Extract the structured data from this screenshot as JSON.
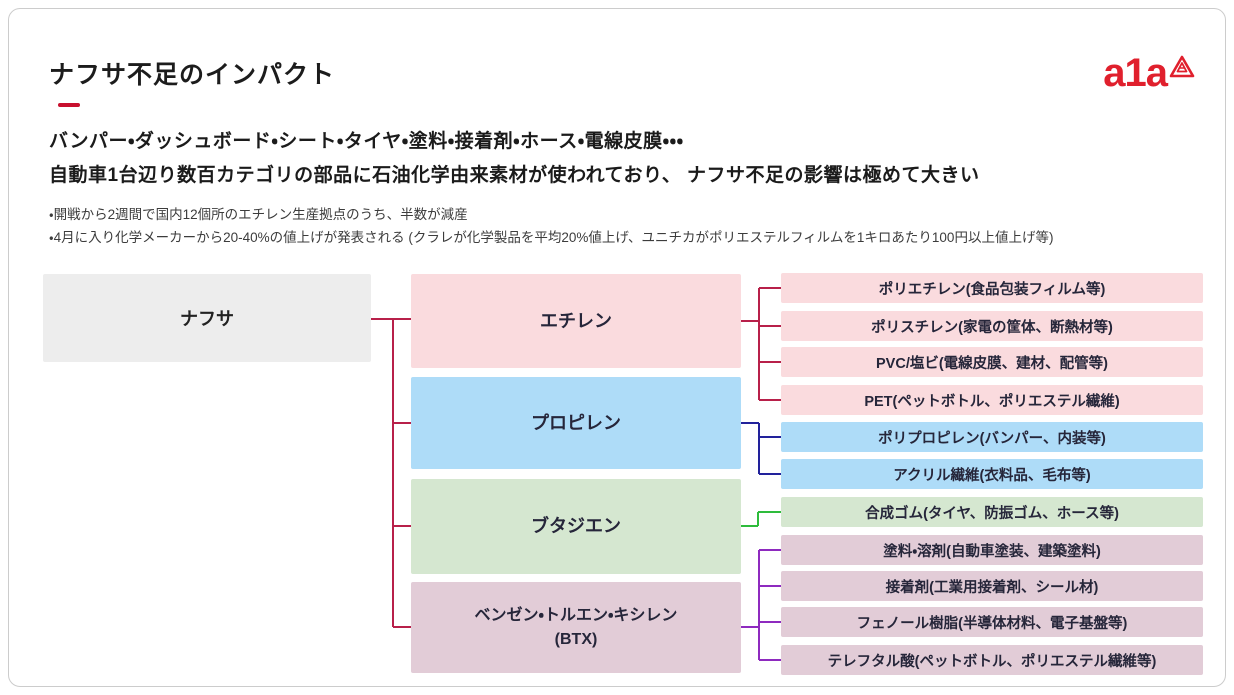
{
  "header": {
    "title": "ナフサ不足のインパクト",
    "logo_text": "a1a",
    "logo_icon": "triangle-a-icon"
  },
  "lead": {
    "line1": "バンパー・ダッシュボード・シート・タイヤ・塗料・接着剤・ホース・電線皮膜・・・",
    "line2": "自動車1台辺り数百カテゴリの部品に石油化学由来素材が使われており、 ナフサ不足の影響は極めて大きい"
  },
  "notes": {
    "line1": "・開戦から2週間で国内12個所のエチレン生産拠点のうち、半数が減産",
    "line2": "・4月に入り化学メーカーから20-40%の値上げが発表される (クラレが化学製品を平均20%値上げ、ユニチカがポリエステルフィルムを1キロあたり100円以上値上げ等)"
  },
  "colors": {
    "accent_red": "#c8102e",
    "logo_red": "#e0202d",
    "root_fill": "#ededed",
    "ethylene_fill": "#fadbde",
    "propylene_fill": "#aedcf8",
    "butadiene_fill": "#d5e7d0",
    "btx_fill": "#e2ccd7",
    "trunk_line": "#b8204a",
    "ethylene_line": "#b8204a",
    "propylene_line": "#22229b",
    "butadiene_line": "#2ebc3c",
    "btx_line": "#8e2abf"
  },
  "diagram": {
    "root": {
      "label": "ナフサ"
    },
    "intermediates": [
      {
        "id": "ethylene",
        "label": "エチレン"
      },
      {
        "id": "propylene",
        "label": "プロピレン"
      },
      {
        "id": "butadiene",
        "label": "ブタジエン"
      },
      {
        "id": "btx",
        "label": "ベンゼン・トルエン・キシレン",
        "label2": "(BTX)"
      }
    ],
    "products": [
      {
        "label": "ポリエチレン(食品包装フィルム等)",
        "group": "ethylene"
      },
      {
        "label": "ポリスチレン(家電の筐体、断熱材等)",
        "group": "ethylene"
      },
      {
        "label": "PVC/塩ビ(電線皮膜、建材、配管等)",
        "group": "ethylene"
      },
      {
        "label": "PET(ペットボトル、ポリエステル繊維)",
        "group": "ethylene"
      },
      {
        "label": "ポリプロピレン(バンパー、内装等)",
        "group": "propylene"
      },
      {
        "label": "アクリル繊維(衣料品、毛布等)",
        "group": "propylene"
      },
      {
        "label": "合成ゴム(タイヤ、防振ゴム、ホース等)",
        "group": "butadiene"
      },
      {
        "label": "塗料・溶剤(自動車塗装、建築塗料)",
        "group": "btx"
      },
      {
        "label": "接着剤(工業用接着剤、シール材)",
        "group": "btx"
      },
      {
        "label": "フェノール樹脂(半導体材料、電子基盤等)",
        "group": "btx"
      },
      {
        "label": "テレフタル酸(ペットボトル、ポリエステル繊維等)",
        "group": "btx"
      }
    ]
  }
}
